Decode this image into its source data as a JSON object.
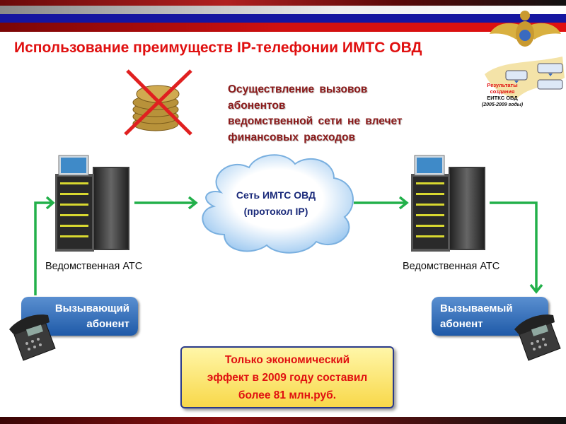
{
  "title": "Использование преимуществ IP-телефонии ИМТС ОВД",
  "benefit": [
    "Осуществление  вызовов",
    "абонентов",
    "ведомственной  сети  не  влечет",
    "финансовых  расходов"
  ],
  "map_caption": {
    "line1": "Результаты",
    "line2": "создания",
    "line3": "ЕИТКС ОВД",
    "line4": "(2005-2009 годы)"
  },
  "cloud": {
    "line1": "Сеть ИМТС ОВД",
    "line2": "(протокол IP)"
  },
  "left_pbx_label": "Ведомственная АТС",
  "right_pbx_label": "Ведомственная АТС",
  "caller": {
    "line1": "Вызывающий",
    "line2": "абонент"
  },
  "callee": {
    "line1": "Вызываемый",
    "line2": "абонент"
  },
  "result": [
    "Только экономический",
    "эффект в 2009 году составил",
    "более 81 млн.руб."
  ],
  "colors": {
    "title": "#e01010",
    "arrow": "#22b04a",
    "box": "#1f5aa8"
  }
}
